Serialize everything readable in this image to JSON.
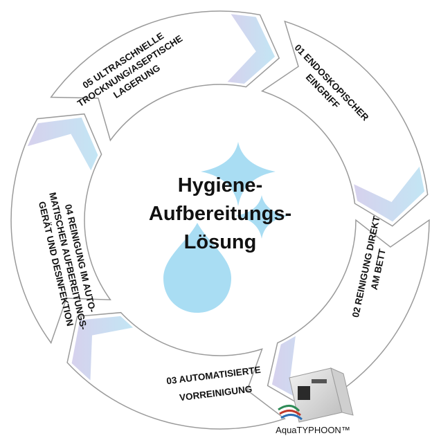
{
  "center": {
    "lines": [
      "Hygiene-",
      "Aufbereitungs-",
      "Lösung"
    ]
  },
  "steps": [
    {
      "id": "01",
      "lines": [
        "01 ENDOSKOPISCHER",
        "EINGRIFF"
      ]
    },
    {
      "id": "02",
      "lines": [
        "02 REINIGUNG DIREKT",
        "AM BETT"
      ]
    },
    {
      "id": "03",
      "lines": [
        "03 AUTOMATISIERTE",
        "VORREINIGUNG"
      ]
    },
    {
      "id": "04",
      "lines": [
        "04 REINIGUNG IM AUTO-",
        "MATISCHEN AUFBEREITUNGS-",
        "GERÄT UND DESINFEKTION"
      ]
    },
    {
      "id": "05",
      "lines": [
        "05 ULTRASCHNELLE",
        "TROCKNUNG/ASEPTISCHE",
        "LAGERUNG"
      ]
    }
  ],
  "product": {
    "label": "AquaTYPHOON™"
  },
  "colors": {
    "ring_stroke": "#9a9a9a",
    "water_drop": "#a9ddf3",
    "sparkle": "#a9ddf3",
    "gradient_start": "#cfc9ea",
    "gradient_end": "#b8e1f2"
  }
}
